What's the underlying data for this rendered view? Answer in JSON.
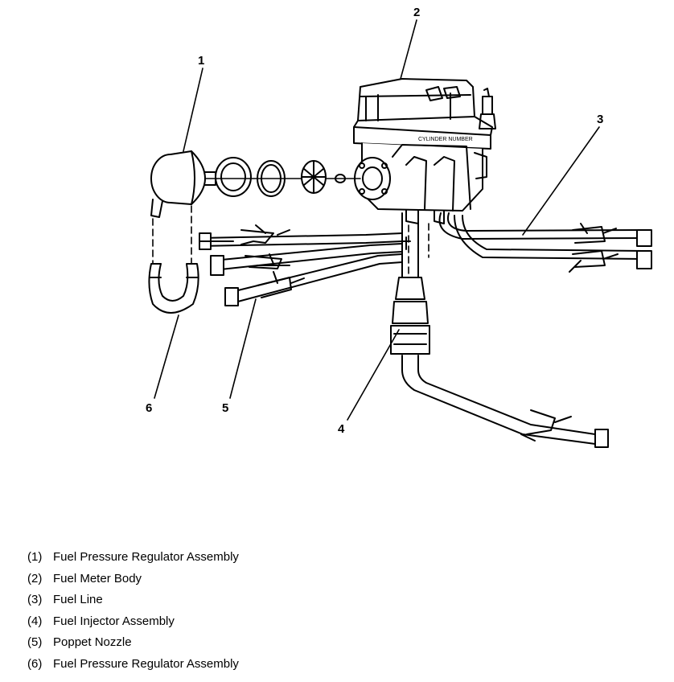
{
  "callouts": [
    {
      "id": "1",
      "label": "1"
    },
    {
      "id": "2",
      "label": "2"
    },
    {
      "id": "3",
      "label": "3"
    },
    {
      "id": "4",
      "label": "4"
    },
    {
      "id": "5",
      "label": "5"
    },
    {
      "id": "6",
      "label": "6"
    }
  ],
  "body_marking": "CYLINDER NUMBER",
  "legend": [
    {
      "num": "(1)",
      "text": "Fuel Pressure Regulator Assembly"
    },
    {
      "num": "(2)",
      "text": "Fuel Meter Body"
    },
    {
      "num": "(3)",
      "text": "Fuel Line"
    },
    {
      "num": "(4)",
      "text": "Fuel Injector Assembly"
    },
    {
      "num": "(5)",
      "text": "Poppet Nozzle"
    },
    {
      "num": "(6)",
      "text": "Fuel Pressure Regulator Assembly"
    }
  ]
}
